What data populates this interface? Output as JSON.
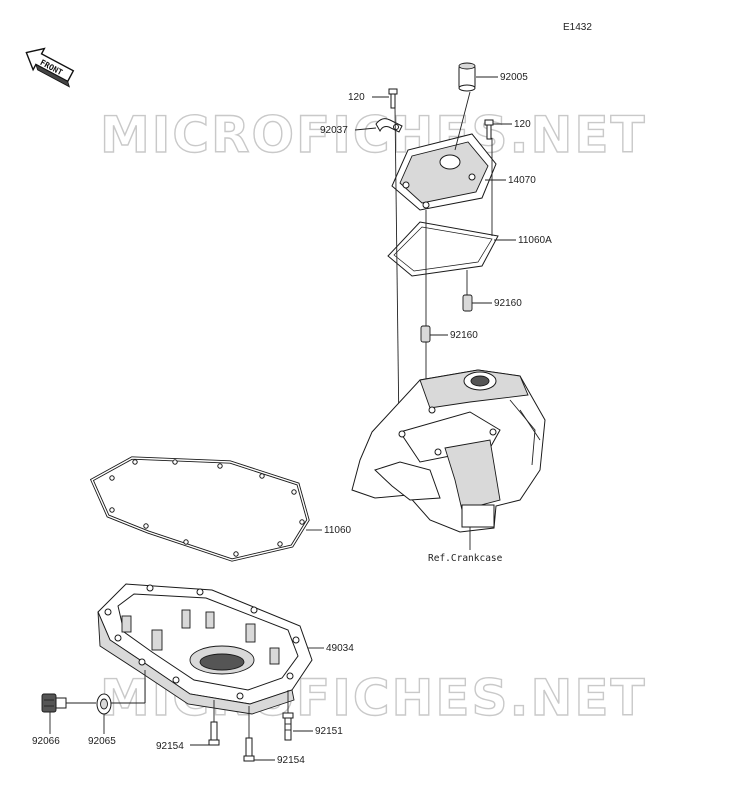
{
  "diagram_code": "E1432",
  "front_label": "FRONT",
  "watermark": "MICROFICHES.NET",
  "reference_label": "Ref.Crankcase",
  "parts": {
    "p92005": "92005",
    "p120a": "120",
    "p120b": "120",
    "p92037": "92037",
    "p14070": "14070",
    "p11060A": "11060A",
    "p92160a": "92160",
    "p92160b": "92160",
    "p11060": "11060",
    "p49034": "49034",
    "p92066": "92066",
    "p92065": "92065",
    "p92151": "92151",
    "p92154a": "92154",
    "p92154b": "92154"
  },
  "colors": {
    "line": "#222222",
    "watermark": "#c9c9c9",
    "background": "#ffffff"
  }
}
